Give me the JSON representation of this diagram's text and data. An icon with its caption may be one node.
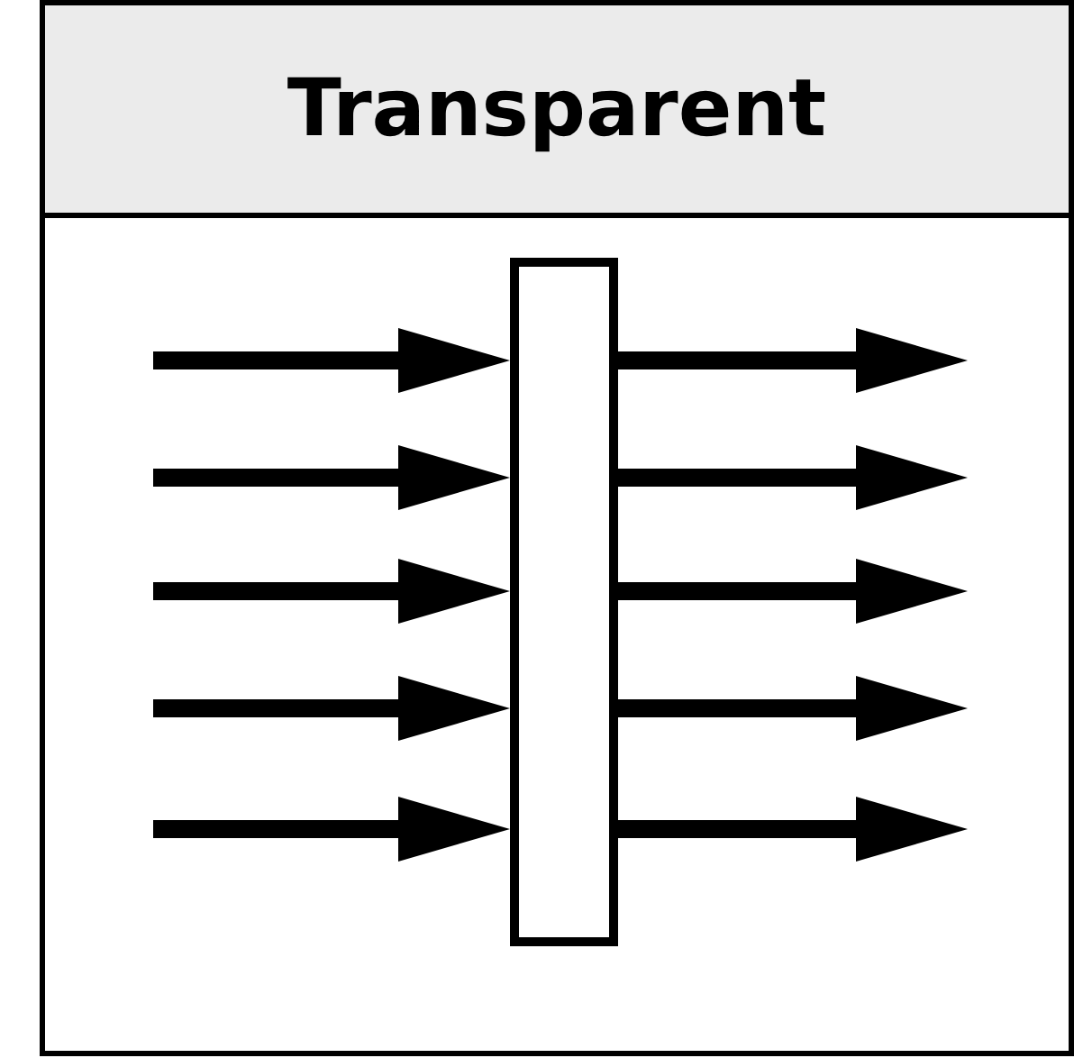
{
  "diagram": {
    "nodes": [
      {
        "text": [
          "Transparent"
        ]
      },
      {
        "text": [],
        "shape": "box",
        "in": 0
      }
    ],
    "edges": [
      {
        "from": null,
        "to": 1,
        "arrow": "to"
      },
      {
        "from": null,
        "to": 1,
        "arrow": "to"
      },
      {
        "from": null,
        "to": 1,
        "arrow": "to"
      },
      {
        "from": null,
        "to": 1,
        "arrow": "to"
      },
      {
        "from": null,
        "to": 1,
        "arrow": "to"
      },
      {
        "from": 1,
        "to": null,
        "arrow": "to"
      },
      {
        "from": 1,
        "to": null,
        "arrow": "to"
      },
      {
        "from": 1,
        "to": null,
        "arrow": "to"
      },
      {
        "from": 1,
        "to": null,
        "arrow": "to"
      },
      {
        "from": 1,
        "to": null,
        "arrow": "to"
      }
    ]
  }
}
